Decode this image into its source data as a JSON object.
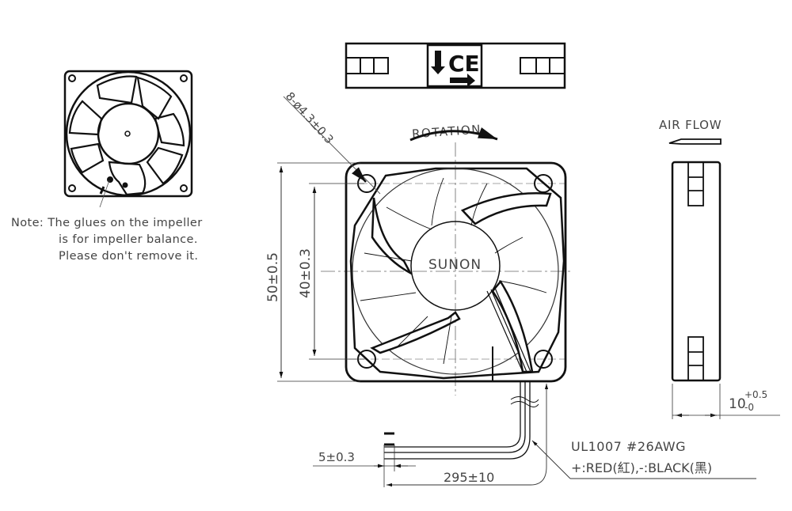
{
  "drawing": {
    "brand_label": "SUNON",
    "rotation_label": "ROTATION",
    "airflow_label": "AIR FLOW",
    "hole_callout": "8-ø4.3±0.3",
    "dim_height_outer": "50±0.5",
    "dim_height_holes": "40±0.3",
    "dim_thickness_main": "10",
    "dim_thickness_plus": "+0.5",
    "dim_thickness_minus": "-0",
    "dim_strip": "5±0.3",
    "dim_lead_length": "295±10",
    "wire_spec_line1": "UL1007  #26AWG",
    "wire_spec_line2": "+:RED(紅),-:BLACK(黑)",
    "label_mark": "CE"
  },
  "note": {
    "line1_prefix": "Note:",
    "line1": "The glues on the impeller",
    "line2": "is for impeller balance.",
    "line3": "Please don't remove it."
  }
}
